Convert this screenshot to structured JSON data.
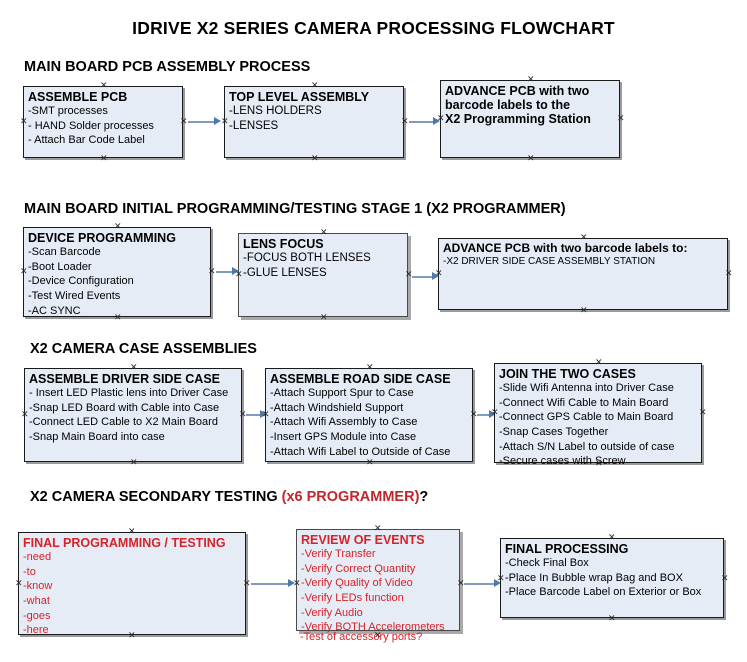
{
  "title": "IDRIVE X2  SERIES CAMERA PROCESSING FLOWCHART",
  "colors": {
    "box_fill": "#e6ecf6",
    "box_border": "#1a1a1a",
    "connector": "#7f9cc0",
    "accent_red": "#d62229",
    "text": "#000000"
  },
  "sections": [
    {
      "heading": "MAIN BOARD PCB ASSEMBLY PROCESS",
      "heading_accent": "",
      "heading_tail": "",
      "boxes": [
        {
          "title": "ASSEMBLE PCB",
          "lines": [
            "-SMT processes",
            "- HAND Solder processes",
            "- Attach Bar Code Label"
          ]
        },
        {
          "title": "TOP LEVEL ASSEMBLY",
          "lines": [
            "-LENS HOLDERS",
            "-LENSES"
          ]
        },
        {
          "title": "ADVANCE PCB with two",
          "lines": [
            "barcode labels to the",
            " X2 Programming Station"
          ]
        }
      ]
    },
    {
      "heading": "MAIN BOARD INITIAL PROGRAMMING/TESTING STAGE 1 (X2 PROGRAMMER)",
      "heading_accent": "",
      "heading_tail": "",
      "boxes": [
        {
          "title": "DEVICE PROGRAMMING",
          "lines": [
            "-Scan Barcode",
            "-Boot Loader",
            "-Device Configuration",
            "-Test Wired Events",
            "-AC SYNC"
          ]
        },
        {
          "title": "LENS FOCUS",
          "lines": [
            "-FOCUS BOTH LENSES",
            "-GLUE LENSES"
          ]
        },
        {
          "title": "ADVANCE PCB with two barcode labels to:",
          "lines": [
            "-X2 DRIVER  SIDE  CASE  ASSEMBLY STATION"
          ]
        }
      ]
    },
    {
      "heading": "X2 CAMERA CASE ASSEMBLIES",
      "heading_accent": "",
      "heading_tail": "",
      "boxes": [
        {
          "title": "ASSEMBLE DRIVER SIDE CASE",
          "lines": [
            "- Insert LED Plastic lens into Driver Case",
            "-Snap LED Board with Cable into Case",
            "-Connect LED Cable to X2 Main Board",
            "-Snap Main Board into case"
          ]
        },
        {
          "title": "ASSEMBLE ROAD SIDE CASE",
          "lines": [
            "-Attach Support Spur to Case",
            "-Attach Windshield Support",
            "-Attach Wifi Assembly to Case",
            "-Insert GPS Module into Case",
            "-Attach Wifi Label to Outside of Case"
          ]
        },
        {
          "title": "JOIN THE TWO CASES",
          "lines": [
            "-Slide Wifi Antenna into Driver Case",
            "-Connect Wifi Cable to Main Board",
            "-Connect GPS Cable to Main Board",
            "-Snap Cases Together",
            "-Attach S/N Label to outside of case",
            "-Secure cases with Screw"
          ]
        }
      ]
    },
    {
      "heading": "X2 CAMERA SECONDARY TESTING ",
      "heading_accent": "(x6 PROGRAMMER)",
      "heading_tail": "?",
      "boxes": [
        {
          "title": "FINAL PROGRAMMING / TESTING",
          "lines": [
            "-need",
            "-to",
            "-know",
            "-what",
            "-goes",
            "-here"
          ]
        },
        {
          "title": "REVIEW OF EVENTS",
          "lines": [
            "-Verify Transfer",
            "-Verify Correct Quantity",
            "-Verify Quality of Video",
            "-Verify LEDs function",
            "-Verify Audio",
            "-Verify BOTH Accelerometers"
          ],
          "overflow_line": "-Test of accessory ports?"
        },
        {
          "title": "FINAL PROCESSING",
          "lines": [
            " -Check Final Box",
            "-Place In Bubble wrap Bag and BOX",
            "-Place Barcode Label on Exterior or Box"
          ]
        }
      ]
    }
  ]
}
